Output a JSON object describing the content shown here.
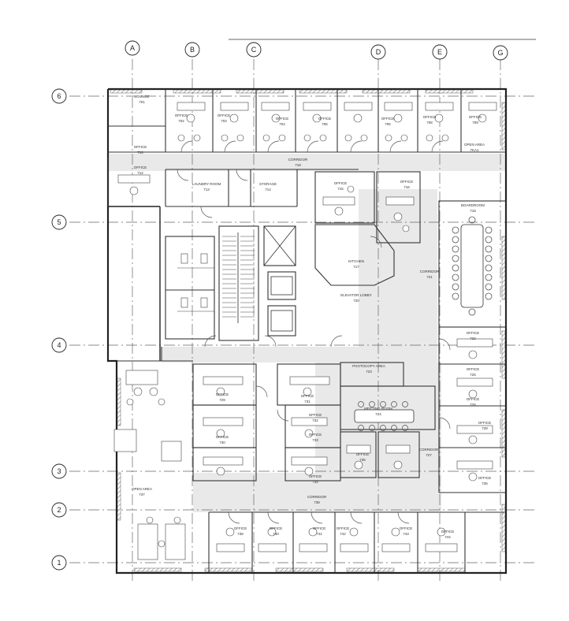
{
  "grid": {
    "columns": [
      "A",
      "B",
      "C",
      "D",
      "E",
      "G"
    ],
    "rows": [
      "6",
      "5",
      "4",
      "3",
      "2",
      "1"
    ]
  },
  "rooms": {
    "r701": {
      "name": "LOUNGE",
      "number": "701"
    },
    "r702": {
      "name": "OFFICE",
      "number": "702"
    },
    "r703": {
      "name": "OFFICE",
      "number": "703"
    },
    "r704": {
      "name": "OFFICE",
      "number": "704"
    },
    "r705": {
      "name": "OFFICE",
      "number": "705"
    },
    "r706": {
      "name": "OFFICE",
      "number": "706"
    },
    "r708": {
      "name": "OFFICE",
      "number": "708"
    },
    "r709": {
      "name": "OFFICE",
      "number": "709"
    },
    "r710": {
      "name": "OFFICE",
      "number": "710"
    },
    "r712": {
      "name": "OFFICE",
      "number": "712"
    },
    "r719": {
      "name": "CORRIDOR",
      "number": "719"
    },
    "r713": {
      "name": "LAUNDRY ROOM",
      "number": "713"
    },
    "r714": {
      "name": "STORAGE",
      "number": "714"
    },
    "r715": {
      "name": "OFFICE",
      "number": "715"
    },
    "r716": {
      "name": "OFFICE",
      "number": "716"
    },
    "r717": {
      "name": "KITCHEN",
      "number": "717"
    },
    "r718": {
      "name": "BOARDROOM",
      "number": "718"
    },
    "r7ka": {
      "name": "OPEN AREA",
      "number": "7KA1"
    },
    "r720": {
      "name": "ELEVATOR LOBBY",
      "number": "720"
    },
    "r721": {
      "name": "CORRIDOR",
      "number": "721"
    },
    "r722": {
      "name": "OFFICE",
      "number": "722"
    },
    "r723": {
      "name": "PHOTOCOPY AREA",
      "number": "723"
    },
    "r724": {
      "name": "MEETING ROOM",
      "number": "724"
    },
    "r725": {
      "name": "OFFICE",
      "number": "725"
    },
    "r726": {
      "name": "OFFICE",
      "number": "726"
    },
    "r727": {
      "name": "CORRIDOR",
      "number": "727"
    },
    "r728": {
      "name": "OFFICE",
      "number": "728"
    },
    "r729": {
      "name": "OFFICE",
      "number": "729"
    },
    "r730": {
      "name": "OFFICE",
      "number": "730"
    },
    "r731": {
      "name": "OFFICE",
      "number": "731"
    },
    "r732": {
      "name": "OFFICE",
      "number": "732"
    },
    "r733": {
      "name": "OFFICE",
      "number": "733"
    },
    "r734": {
      "name": "OFFICE",
      "number": "734"
    },
    "r735": {
      "name": "OFFICE",
      "number": "735"
    },
    "r736": {
      "name": "OFFICE",
      "number": "736"
    },
    "r737": {
      "name": "OPEN AREA",
      "number": "737"
    },
    "r738": {
      "name": "CORRIDOR",
      "number": "738"
    },
    "r739": {
      "name": "OFFICE",
      "number": "739"
    },
    "r740": {
      "name": "OFFICE",
      "number": "740"
    },
    "r741": {
      "name": "OFFICE",
      "number": "741"
    },
    "r742": {
      "name": "OFFICE",
      "number": "742"
    },
    "r743": {
      "name": "OFFICE",
      "number": "743"
    },
    "r744": {
      "name": "OFFICE",
      "number": "744"
    }
  }
}
